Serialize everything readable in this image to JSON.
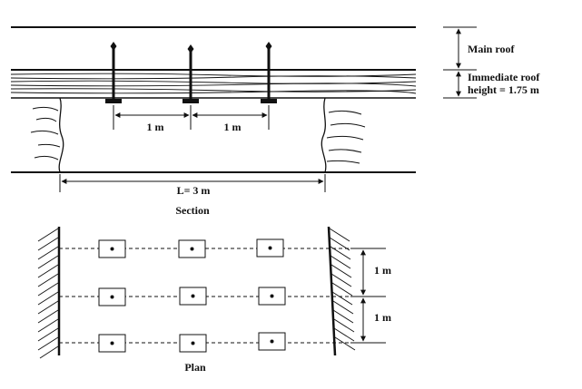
{
  "section": {
    "main_roof_label": "Main roof",
    "immediate_roof_label_line1": "Immediate roof",
    "immediate_roof_label_line2": "height = 1.75 m",
    "bolt_spacing_left": "1 m",
    "bolt_spacing_right": "1 m",
    "span_label": "L= 3 m",
    "caption": "Section"
  },
  "plan": {
    "row_spacing_top": "1 m",
    "row_spacing_bottom": "1 m",
    "caption": "Plan",
    "grid": {
      "rows": 3,
      "columns": 3
    }
  },
  "colors": {
    "ink": "#111111",
    "paper": "#ffffff"
  }
}
